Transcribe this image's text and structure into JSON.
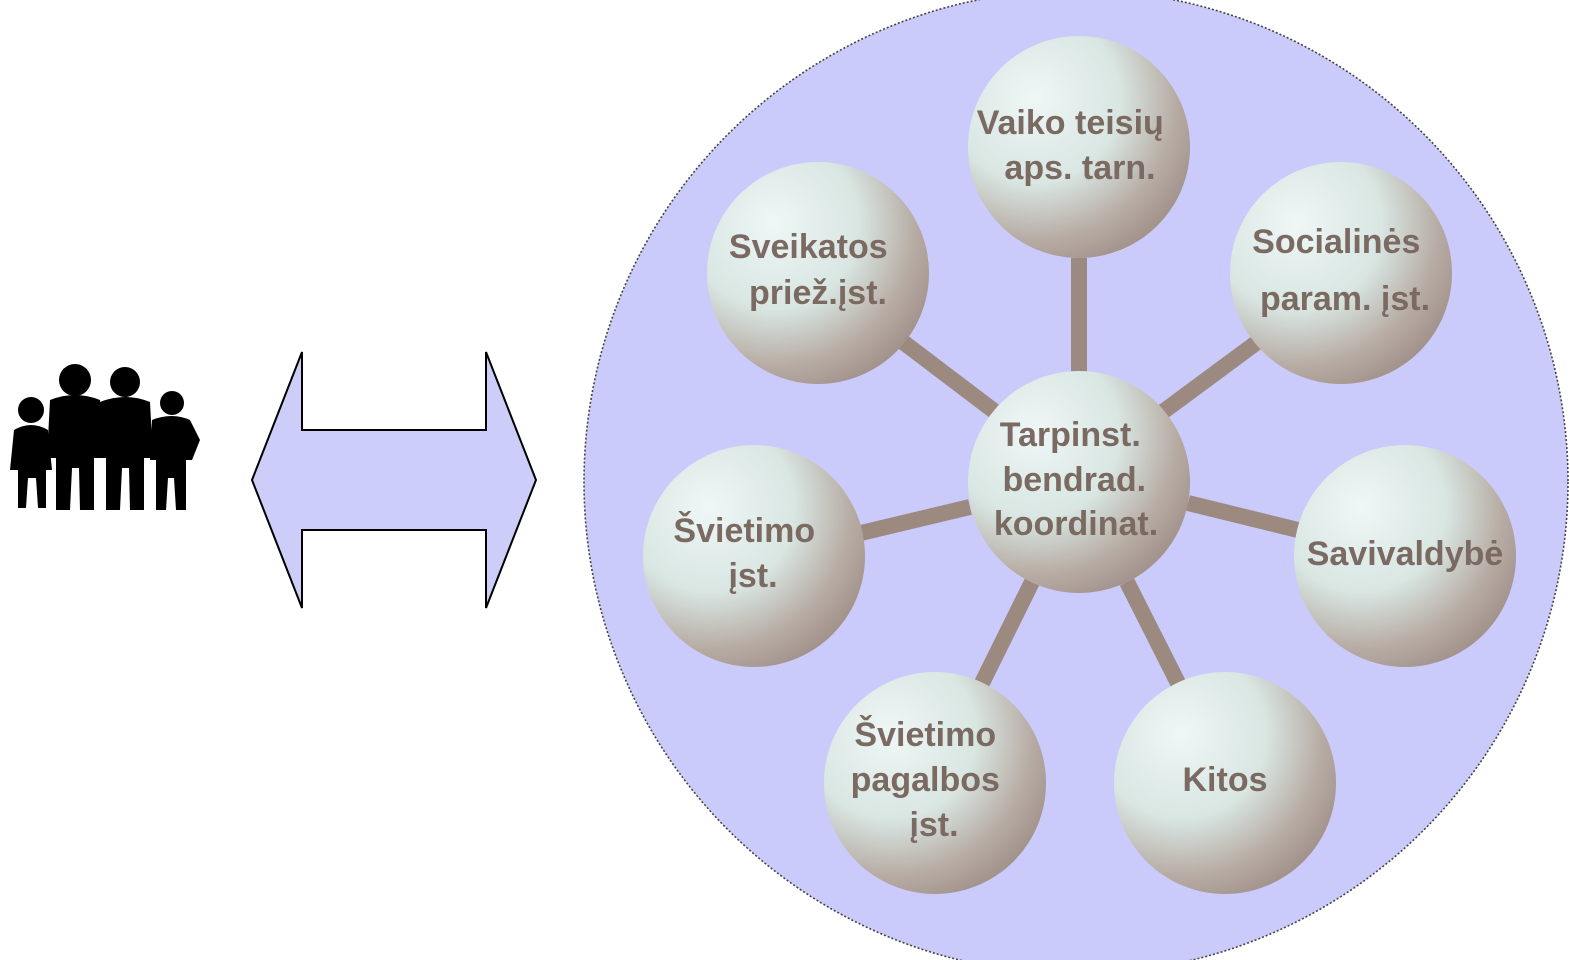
{
  "diagram": {
    "center": {
      "lines": [
        "Tarpinst.",
        "bendrad.",
        "koordinat."
      ]
    },
    "nodes": [
      {
        "id": "vaiko",
        "lines": [
          "Vaiko teisių",
          "aps. tarn."
        ]
      },
      {
        "id": "socialines",
        "lines": [
          "Socialinės",
          "param. įst."
        ]
      },
      {
        "id": "savivaldybe",
        "lines": [
          "Savivaldybė"
        ]
      },
      {
        "id": "kitos",
        "lines": [
          "Kitos"
        ]
      },
      {
        "id": "svietimo-pagalbos",
        "lines": [
          "Švietimo",
          "pagalbos",
          "įst."
        ]
      },
      {
        "id": "svietimo",
        "lines": [
          "Švietimo",
          "įst."
        ]
      },
      {
        "id": "sveikatos",
        "lines": [
          "Sveikatos",
          "priež.įst."
        ]
      }
    ],
    "colors": {
      "outer_circle": "#cbcbfb",
      "arrow_fill": "#cdcdfa",
      "connector": "#9c8a80",
      "text": "#7a6a62",
      "family_icon": "#000000"
    },
    "icons": {
      "family": "family-icon",
      "arrow": "double-arrow-icon"
    }
  }
}
